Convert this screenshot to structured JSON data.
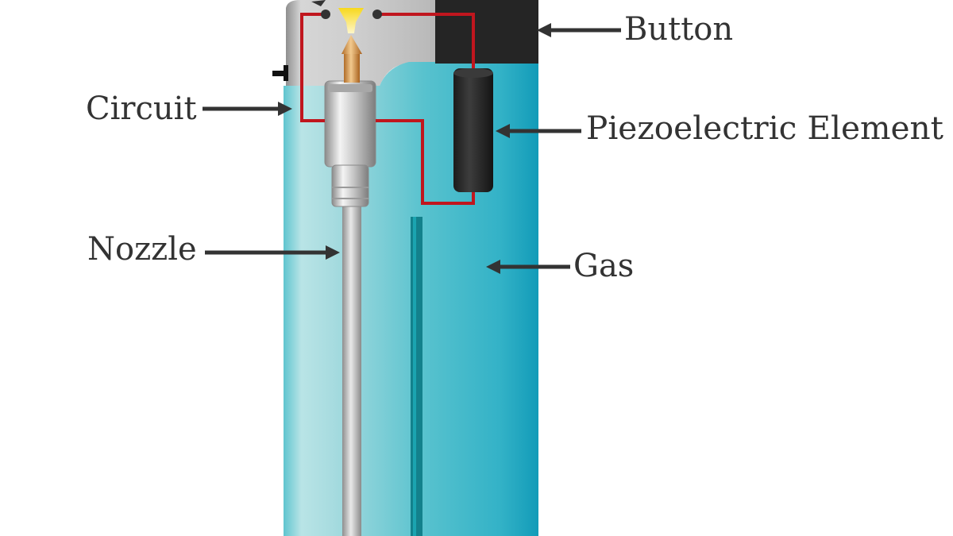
{
  "labels": {
    "button": "Button",
    "circuit": "Circuit",
    "piezo": "Piezoelectric Element",
    "nozzle": "Nozzle",
    "gas": "Gas"
  },
  "colors": {
    "body_light": "#a9dde0",
    "body_mid": "#5cc4cf",
    "body_dark": "#16a3bd",
    "head_gray": "#cfcfcf",
    "button_black": "#252525",
    "wire_red": "#c0161e",
    "arrow": "#333333",
    "label": "#333333",
    "flame": "#f3d21a",
    "tube_teal": "#13818c"
  }
}
